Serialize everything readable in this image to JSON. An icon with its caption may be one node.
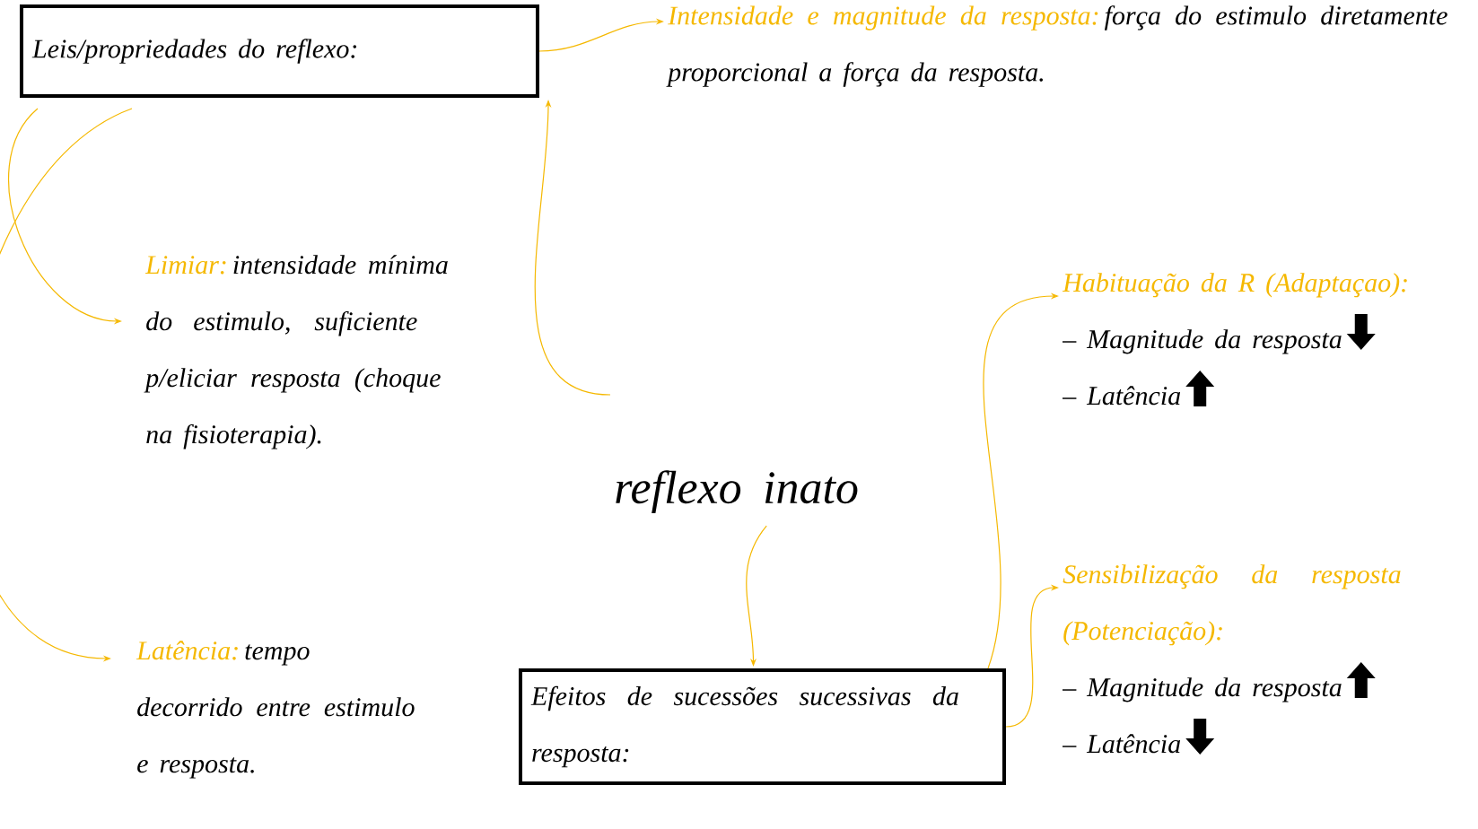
{
  "diagram": {
    "nodes": [
      {
        "text": [
          "Leis/propriedades do reflexo:"
        ]
      },
      {
        "text": [
          "Intensidade e magnitude da resposta:",
          "força do estimulo diretamente proporcional a força da resposta."
        ]
      },
      {
        "text": [
          "Limiar:",
          "intensidade mínima do estimulo, suficiente p/eliciar resposta (choque na fisioterapia)."
        ]
      },
      {
        "text": [
          "Latência:",
          "tempo decorrido entre estimulo e resposta."
        ]
      },
      {
        "text": [
          "reflexo inato"
        ]
      },
      {
        "text": [
          "Efeitos de sucessões sucessivas da resposta:"
        ]
      },
      {
        "text": [
          "Habituação da R (Adaptaçao):",
          "– Magnitude da resposta",
          "– Latência"
        ]
      },
      {
        "text": [
          "Sensibilização da resposta (Potenciação):",
          "– Magnitude da resposta",
          "– Latência"
        ]
      }
    ],
    "edges": [
      {
        "from": 0,
        "to": 1,
        "arrow": "to"
      },
      {
        "from": 0,
        "to": 2,
        "arrow": "to"
      },
      {
        "from": 0,
        "to": 3,
        "arrow": "to"
      },
      {
        "from": 4,
        "to": 0,
        "arrow": "to"
      },
      {
        "from": 4,
        "to": 5,
        "arrow": "to"
      },
      {
        "from": 5,
        "to": 6,
        "arrow": "to"
      },
      {
        "from": 5,
        "to": 7,
        "arrow": "to"
      }
    ]
  }
}
